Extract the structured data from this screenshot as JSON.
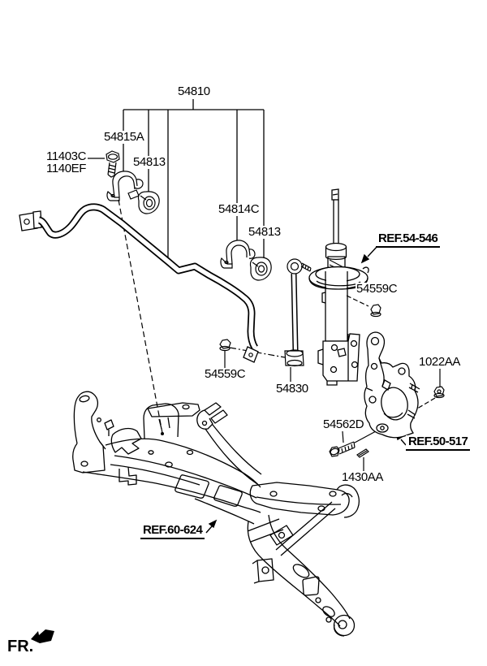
{
  "figure": {
    "type": "suspension-parts-diagram",
    "background_color": "#ffffff",
    "line_color": "#000000",
    "labels": {
      "a54810": "54810",
      "a54815A": "54815A",
      "a11403C": "11403C",
      "a1140EF": "1140EF",
      "a54813_left": "54813",
      "a54814C": "54814C",
      "a54813_right": "54813",
      "ref_54_546": "REF.54-546",
      "a54559C_right": "54559C",
      "a54559C_left": "54559C",
      "a54830": "54830",
      "a1022AA": "1022AA",
      "a54562D": "54562D",
      "ref_50_517": "REF.50-517",
      "a1430AA": "1430AA",
      "ref_60_624": "REF.60-624",
      "fr": "FR."
    }
  }
}
